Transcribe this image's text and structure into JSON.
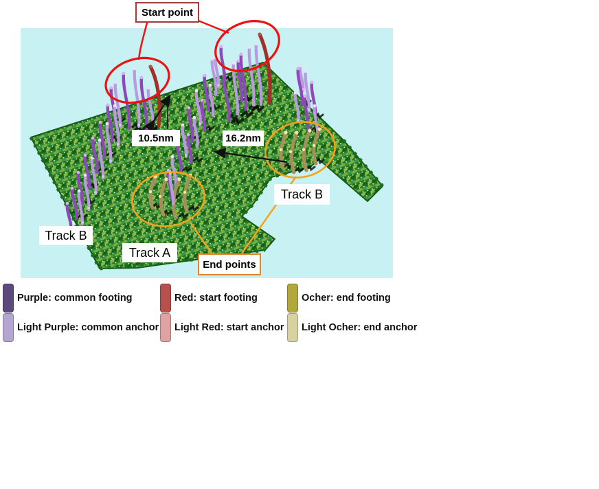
{
  "figure": {
    "labels": {
      "start_point": "Start point",
      "end_points": "End points",
      "track_a": "Track A",
      "track_b": "Track B",
      "distance_a": "10.5nm",
      "distance_b": "16.2nm"
    },
    "colors": {
      "background": "#c7f1f3",
      "weave_base": "#227a22",
      "weave_dark": "#186018",
      "weave_light": "#8cbb4a",
      "weave_mid": "#3a963a",
      "weave_mid_light": "#77ad45",
      "weave_dot": "#cfeee8",
      "sheet_edge": "#145c14",
      "purple": "#8d49b8",
      "purple_tip": "#dcaef2",
      "light_purple": "#b99ade",
      "light_purple_tip": "#eee0fa",
      "red": "#a22f28",
      "red_tip": "#b85a3a",
      "ocher": "#a4905a",
      "ocher_tip": "#f2e8a2",
      "annotation_red": "#ee1111",
      "annotation_orange": "#f5a21b",
      "start_box_border": "#a43c3c",
      "end_box_border": "#e0862c",
      "arrow_black": "#111111"
    }
  },
  "legend": {
    "items": [
      {
        "name": "purple-common-footing",
        "color": "#5c4a7d",
        "label": "Purple: common footing"
      },
      {
        "name": "red-start-footing",
        "color": "#b8504f",
        "label": "Red: start footing"
      },
      {
        "name": "ocher-end-footing",
        "color": "#b2a839",
        "label": "Ocher: end footing"
      },
      {
        "name": "light-purple-common-anchor",
        "color": "#b4a6d2",
        "label": "Light Purple: common anchor"
      },
      {
        "name": "light-red-start-anchor",
        "color": "#dfa3a3",
        "label": "Light Red: start anchor"
      },
      {
        "name": "light-ocher-end-anchor",
        "color": "#d6d3a0",
        "label": "Light Ocher: end anchor"
      }
    ]
  }
}
